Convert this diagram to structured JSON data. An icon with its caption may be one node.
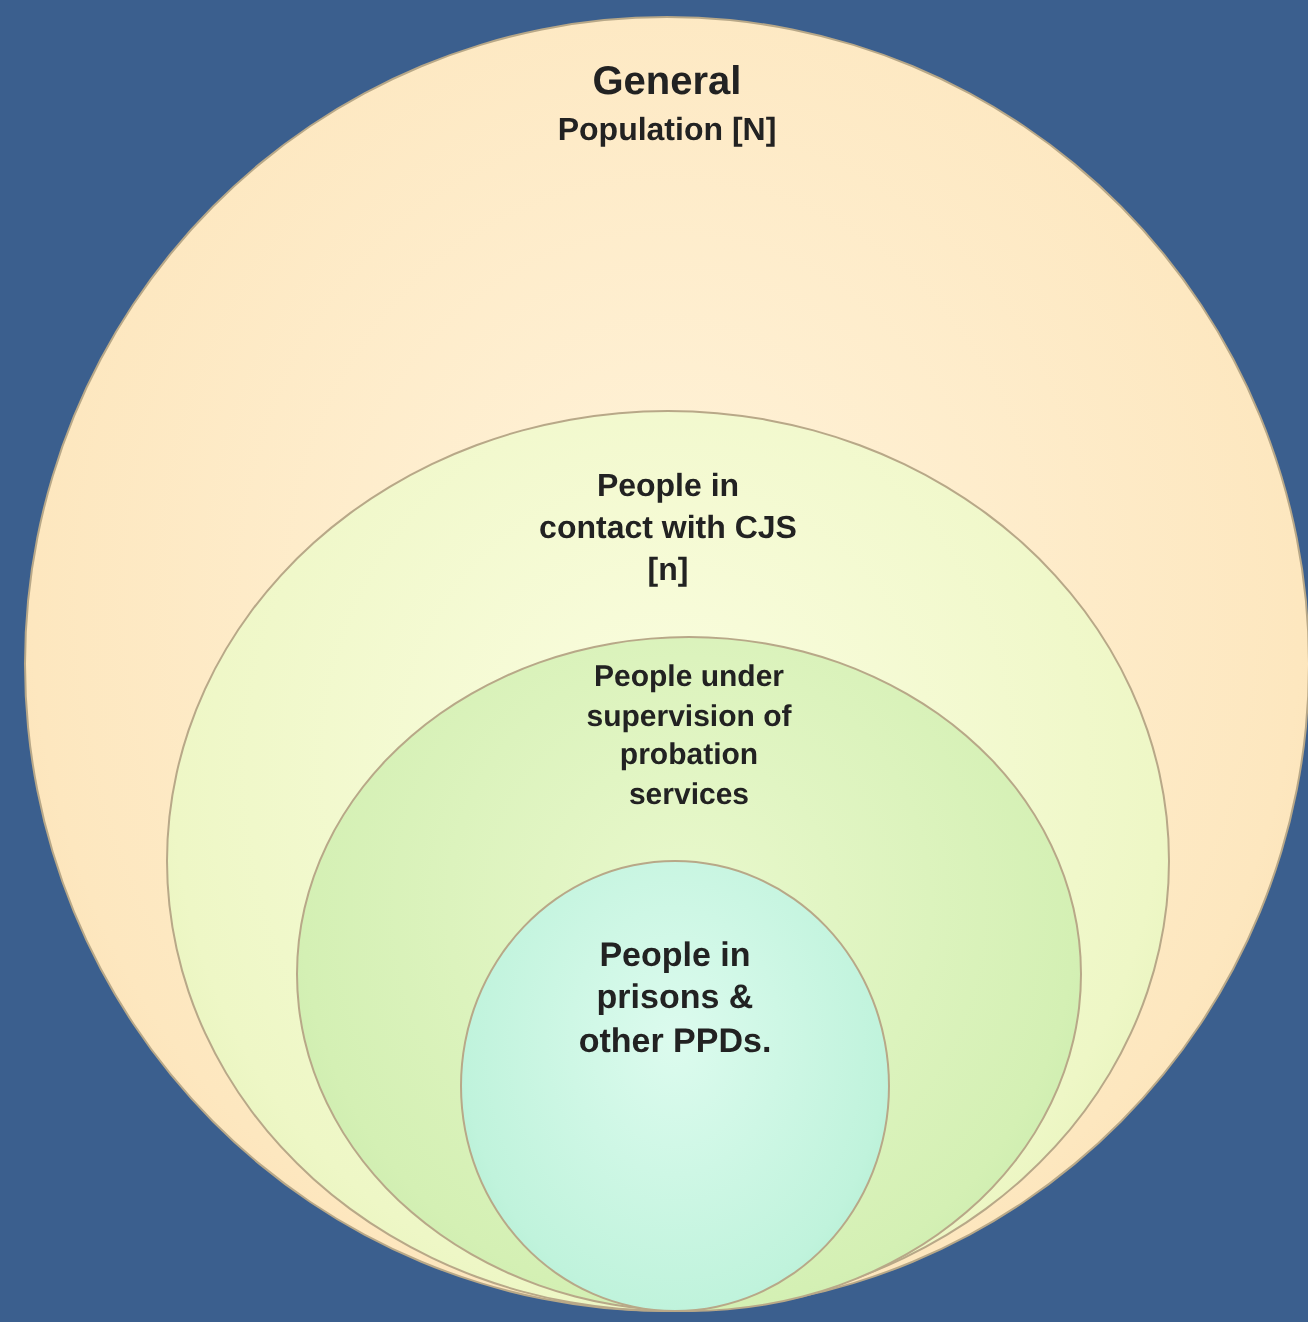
{
  "diagram": {
    "nodes": [
      {
        "text": [
          "General",
          "Population [N]"
        ]
      },
      {
        "text": [
          "People in contact with CJS [n]"
        ],
        "in": 0
      },
      {
        "text": [
          "People under supervision of probation services"
        ],
        "in": 1
      },
      {
        "text": [
          "People in prisons & other PPDs."
        ],
        "in": 2
      }
    ]
  }
}
